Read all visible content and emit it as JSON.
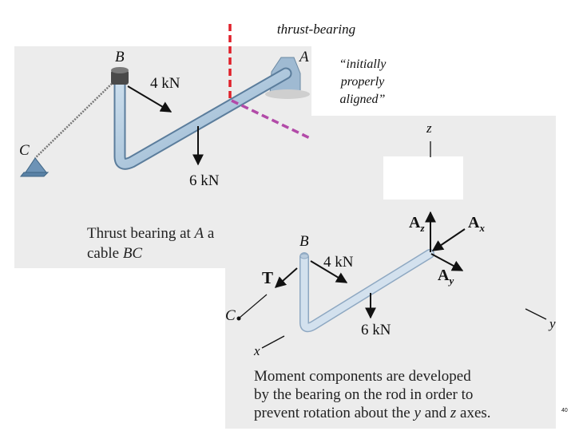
{
  "annotations": {
    "thrust_bearing": "thrust-bearing",
    "aligned_note": [
      "“initially",
      "properly",
      "aligned”"
    ]
  },
  "left_figure": {
    "point_b": "B",
    "point_a": "A",
    "point_c": "C",
    "force_4": "4 kN",
    "force_6": "6 kN",
    "caption_line1_prefix": "Thrust bearing at ",
    "caption_line1_var": "A",
    "caption_line1_suffix": " a",
    "caption_line2_prefix": "cable ",
    "caption_line2_var": "BC"
  },
  "right_figure": {
    "axis_z": "z",
    "axis_y": "y",
    "axis_x": "x",
    "point_b": "B",
    "point_c": "C",
    "force_4": "4 kN",
    "force_6": "6 kN",
    "tension": "T",
    "az_main": "A",
    "az_sub": "z",
    "ax_main": "A",
    "ax_sub": "x",
    "ay_main": "A",
    "ay_sub": "y",
    "caption_l1": "Moment components are developed",
    "caption_l2": "by the bearing on the rod in order to",
    "caption_l3_a": "prevent rotation about the ",
    "caption_l3_y": "y",
    "caption_l3_b": " and ",
    "caption_l3_z": "z",
    "caption_l3_c": " axes."
  },
  "page_number": "40",
  "colors": {
    "panel_bg": "#ececec",
    "rod": "#a9c4dc",
    "red_dashed": "#e0202a",
    "purple_dashed": "#b24aa8"
  }
}
